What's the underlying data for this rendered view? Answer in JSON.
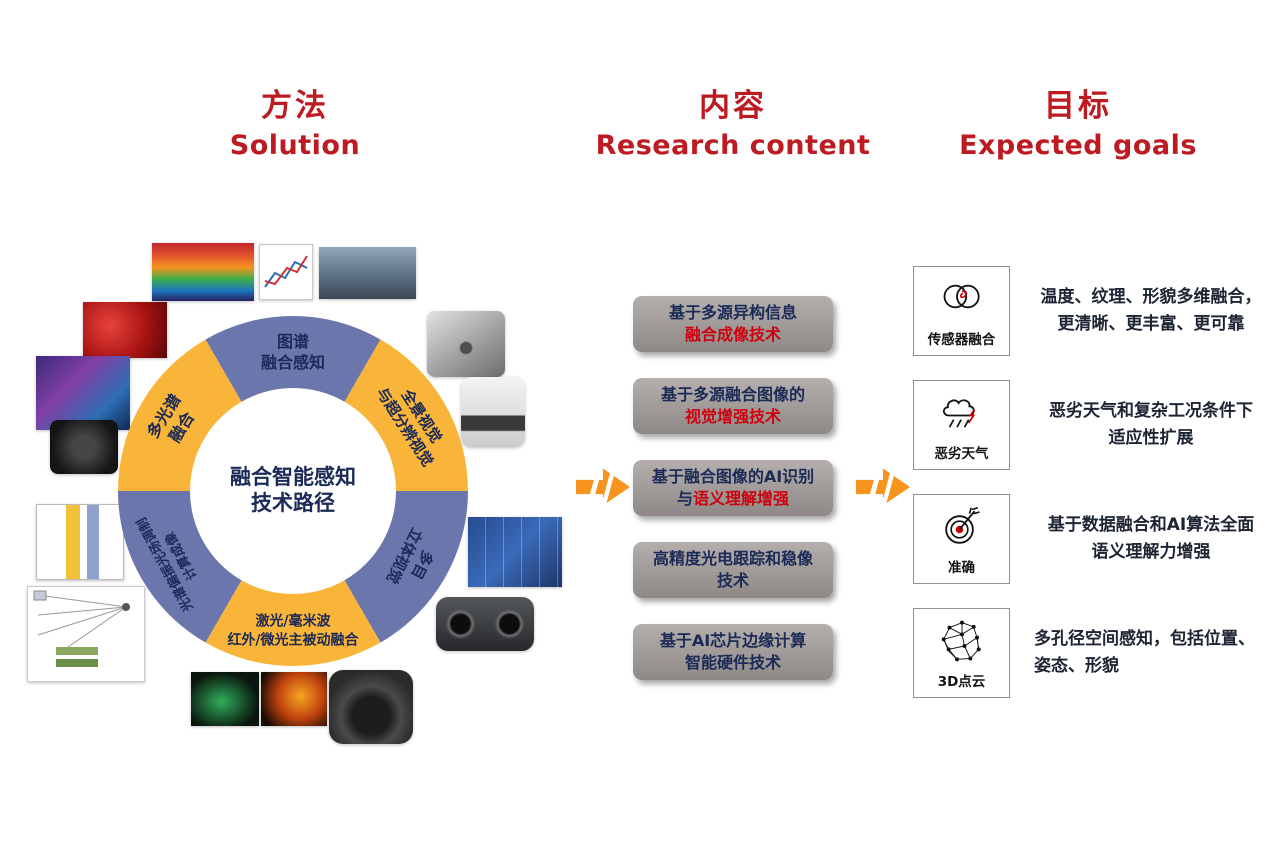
{
  "colors": {
    "red": "#bd1a21",
    "red_bright": "#cf000e",
    "navy": "#1b2a56",
    "text_dark": "#1d2433",
    "orange": "#f7941e",
    "blue": "#6b76ad",
    "yellow": "#f9b43a",
    "box_gray_light": "#b4afad",
    "box_gray_dark": "#8e8987"
  },
  "headers": {
    "solution": {
      "zh": "方法",
      "en": "Solution"
    },
    "content": {
      "zh": "内容",
      "en": "Research content"
    },
    "goals": {
      "zh": "目标",
      "en": "Expected goals"
    }
  },
  "ring": {
    "center_line1": "融合智能感知",
    "center_line2": "技术路径",
    "segments": [
      {
        "lines": [
          "图谱",
          "融合感知"
        ],
        "color": "blue"
      },
      {
        "lines": [
          "全景视觉",
          "与超分辨视觉"
        ],
        "color": "yellow"
      },
      {
        "lines": [
          "多目",
          "立体视觉"
        ],
        "color": "blue"
      },
      {
        "lines": [
          "激光/毫米波",
          "红外/微光主被动融合"
        ],
        "color": "yellow"
      },
      {
        "lines": [
          "光谱偏振光场调制",
          "计算成像"
        ],
        "color": "blue"
      },
      {
        "lines": [
          "多光谱",
          "融合"
        ],
        "color": "yellow"
      }
    ]
  },
  "middle": {
    "boxes": [
      {
        "line1": "基于多源异构信息",
        "line2": "融合成像技术"
      },
      {
        "line1": "基于多源融合图像的",
        "line2": "视觉增强技术"
      },
      {
        "line1": "基于融合图像的AI识别",
        "line2_prefix": "与",
        "line2": "语义理解增强"
      },
      {
        "line1": "高精度光电跟踪和稳像",
        "line2": "技术"
      },
      {
        "line1": "基于AI芯片边缘计算",
        "line2": "智能硬件技术"
      }
    ]
  },
  "goals": {
    "rows": [
      {
        "icon": "sensor-fusion-icon",
        "label": "传感器融合",
        "desc_lines": [
          "温度、纹理、形貌多维融合，",
          "更清晰、更丰富、更可靠"
        ]
      },
      {
        "icon": "bad-weather-icon",
        "label": "恶劣天气",
        "desc_lines": [
          "恶劣天气和复杂工况条件下",
          "适应性扩展"
        ]
      },
      {
        "icon": "accuracy-target-icon",
        "label": "准确",
        "desc_lines": [
          "基于数据融合和AI算法全面",
          "语义理解力增强"
        ]
      },
      {
        "icon": "point-cloud-icon",
        "label": "3D点云",
        "desc_lines": [
          "多孔径空间感知，包括位置、",
          "姿态、形貌"
        ]
      }
    ]
  }
}
